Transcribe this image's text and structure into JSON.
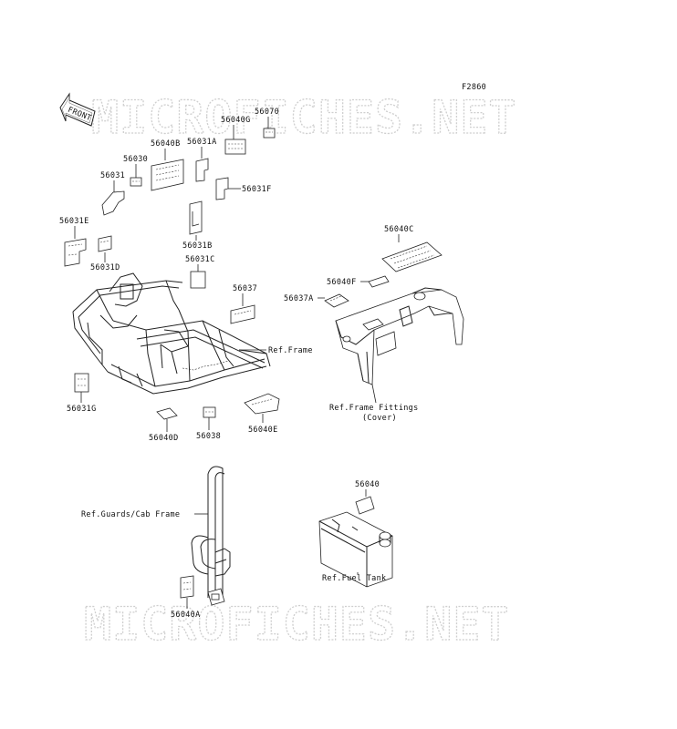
{
  "figure_code": "F2860",
  "watermark_text": "MICROFICHES.NET",
  "front_arrow_label": "FRONT",
  "part_labels": {
    "p56070": "56070",
    "p56040G": "56040G",
    "p56031A": "56031A",
    "p56040B": "56040B",
    "p56030": "56030",
    "p56031": "56031",
    "p56031F": "56031F",
    "p56031E": "56031E",
    "p56031B": "56031B",
    "p56031D": "56031D",
    "p56031C": "56031C",
    "p56037": "56037",
    "p56040C": "56040C",
    "p56040F": "56040F",
    "p56037A": "56037A",
    "p56031G": "56031G",
    "p56040D": "56040D",
    "p56038": "56038",
    "p56040E": "56040E",
    "p56040": "56040",
    "p56040A": "56040A"
  },
  "reference_labels": {
    "frame": "Ref.Frame",
    "frame_fittings": "Ref.Frame Fittings",
    "frame_fittings_sub": "(Cover)",
    "guards": "Ref.Guards/Cab Frame",
    "fuel_tank": "Ref.Fuel Tank"
  }
}
